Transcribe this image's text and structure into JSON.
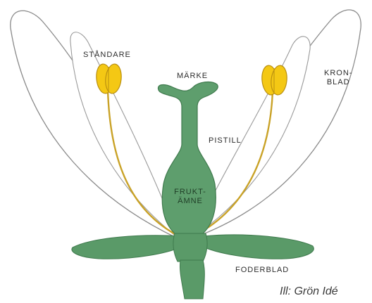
{
  "labels": {
    "standare": "STÅNDARE",
    "marke": "MÄRKE",
    "kronblad_line1": "KRON-",
    "kronblad_line2": "BLAD",
    "pistill": "PISTILL",
    "fruktamne_line1": "FRUKT-",
    "fruktamne_line2": "ÄMNE",
    "foderblad": "FODERBLAD"
  },
  "credit": "Ill: Grön Idé",
  "colors": {
    "pistil_green": "#5e9e6d",
    "sepal_green": "#5a9a68",
    "anther_yellow": "#f4c814",
    "filament_gold": "#c9a227",
    "petal_fill": "#ffffff",
    "petal_outline": "#8a8a8a"
  }
}
